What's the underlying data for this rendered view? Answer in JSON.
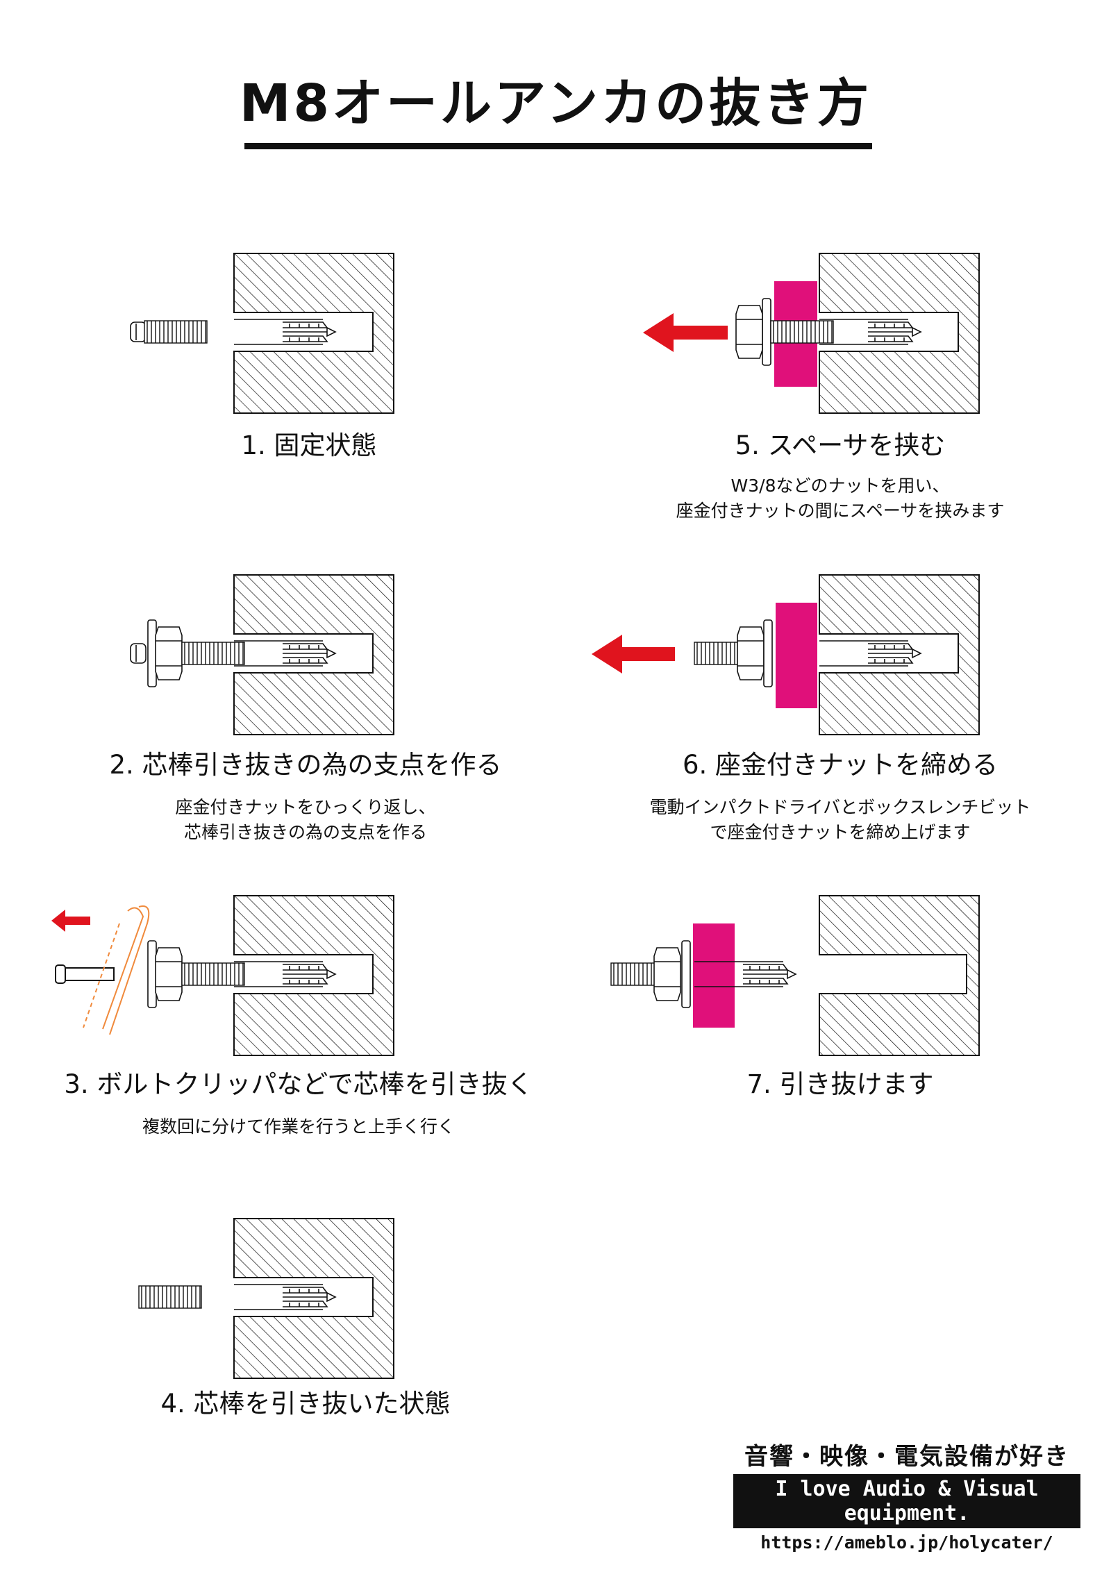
{
  "title": "M8オールアンカの抜き方",
  "steps": [
    {
      "caption": "1. 固定状態",
      "note": []
    },
    {
      "caption": "2. 芯棒引き抜きの為の支点を作る",
      "note": [
        "座金付きナットをひっくり返し、",
        "芯棒引き抜きの為の支点を作る"
      ]
    },
    {
      "caption": "3. ボルトクリッパなどで芯棒を引き抜く",
      "note": [
        "複数回に分けて作業を行うと上手く行く"
      ]
    },
    {
      "caption": "4. 芯棒を引き抜いた状態",
      "note": []
    },
    {
      "caption": "5. スペーサを挟む",
      "note": [
        "W3/8などのナットを用い、",
        "座金付きナットの間にスペーサを挟みます"
      ]
    },
    {
      "caption": "6. 座金付きナットを締める",
      "note": [
        "電動インパクトドライバとボックスレンチビット",
        "で座金付きナットを締め上げます"
      ]
    },
    {
      "caption": "7. 引き抜けます",
      "note": []
    }
  ],
  "footer": {
    "jp": "音響・映像・電気設備が好き",
    "en": "I love Audio & Visual equipment.",
    "url": "https://ameblo.jp/holycater/"
  },
  "colors": {
    "spacer": "#e0107a",
    "arrow": "#e0141e",
    "clipper": "#f08a3c",
    "ink": "#111111"
  }
}
